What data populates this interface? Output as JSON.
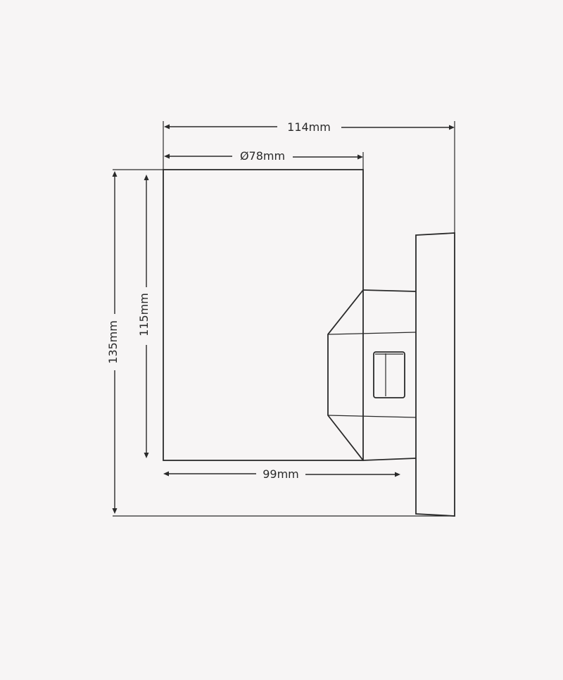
{
  "diagram": {
    "dimensions": {
      "overall_width": "114mm",
      "diameter": "Ø78mm",
      "depth": "99mm",
      "body_height": "115mm",
      "overall_height": "135mm"
    },
    "colors": {
      "background": "#f7f5f5",
      "line": "#2a2a2a"
    }
  }
}
